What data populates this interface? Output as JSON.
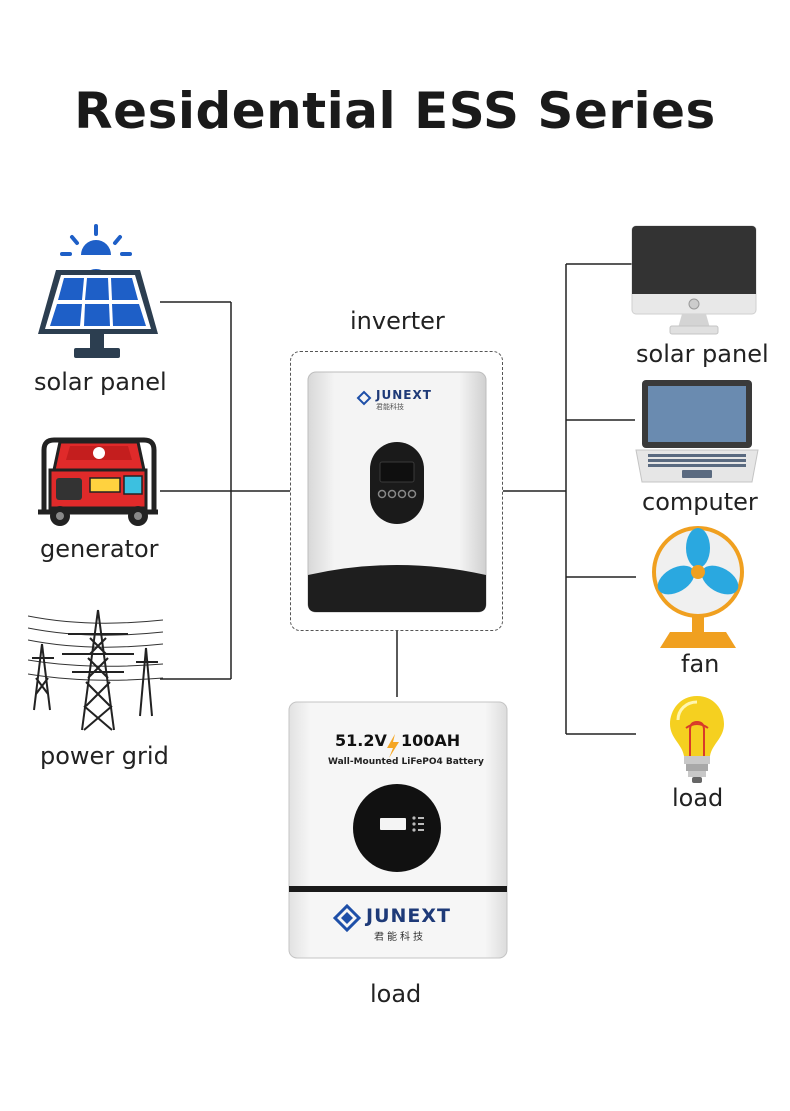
{
  "title": "Residential ESS Series",
  "sources": [
    {
      "label": "solar panel",
      "icon": "solar-panel-icon"
    },
    {
      "label": "generator",
      "icon": "generator-icon"
    },
    {
      "label": "power grid",
      "icon": "power-pylon-icon"
    }
  ],
  "inverter": {
    "label": "inverter",
    "brand": "JUNEXT",
    "brand_sub": "君能科技"
  },
  "battery": {
    "label": "load",
    "spec_voltage": "51.2V",
    "spec_capacity": "100AH",
    "spec_desc": "Wall-Mounted LiFePO4 Battery",
    "brand": "JUNEXT",
    "brand_sub": "君能科技"
  },
  "loads": [
    {
      "label": "solar panel",
      "icon": "monitor-icon"
    },
    {
      "label": "computer",
      "icon": "laptop-icon"
    },
    {
      "label": "fan",
      "icon": "fan-icon"
    },
    {
      "label": "load",
      "icon": "light-bulb-icon"
    }
  ],
  "colors": {
    "line": "#222222",
    "solar_blue": "#1e5fc7",
    "generator_red": "#e02a2a",
    "fan_blue": "#2aa8e0",
    "fan_orange": "#f0a020",
    "bulb_yellow": "#f5d020"
  }
}
